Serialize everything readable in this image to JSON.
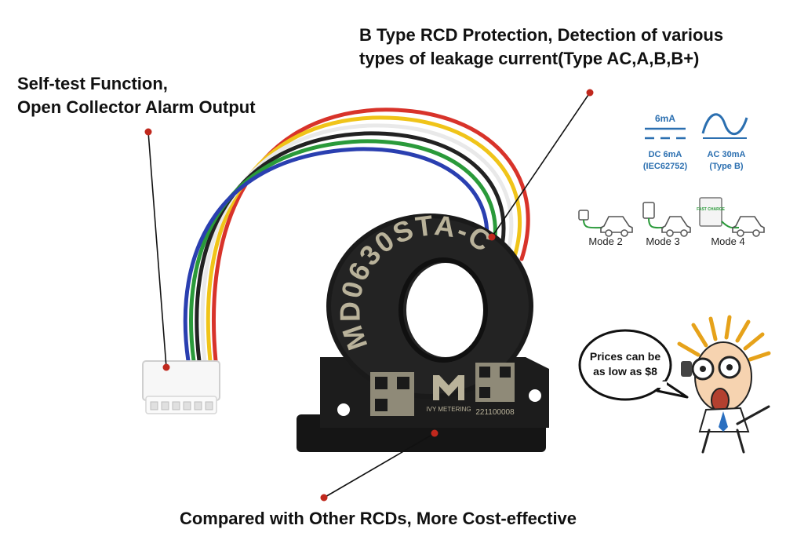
{
  "callouts": {
    "top_left": [
      "Self-test Function,",
      "Open Collector Alarm Output"
    ],
    "top_right": [
      "B Type RCD Protection, Detection of various",
      "types of leakage current(Type AC,A,B,B+)"
    ],
    "bottom": "Compared with Other RCDs, More Cost-effective"
  },
  "product": {
    "model": "MD0630STA-C",
    "brand": "IVY METERING",
    "serial": "221100008"
  },
  "specs": {
    "dc": {
      "top": "6mA",
      "label": "DC 6mA",
      "sub": "(IEC62752)"
    },
    "ac": {
      "label": "AC 30mA",
      "sub": "(Type B)"
    }
  },
  "modes": [
    "Mode 2",
    "Mode 3",
    "Mode 4"
  ],
  "charger_text": "FAST CHARGE",
  "bubble": [
    "Prices can be",
    "as low as $8"
  ],
  "colors": {
    "accent_dot": "#c0281d",
    "spec_blue": "#2b6fb0",
    "wires": [
      "#d8332a",
      "#f0c419",
      "#222222",
      "#2a9a3a",
      "#2a3fb0",
      "#f5f5f5"
    ]
  }
}
